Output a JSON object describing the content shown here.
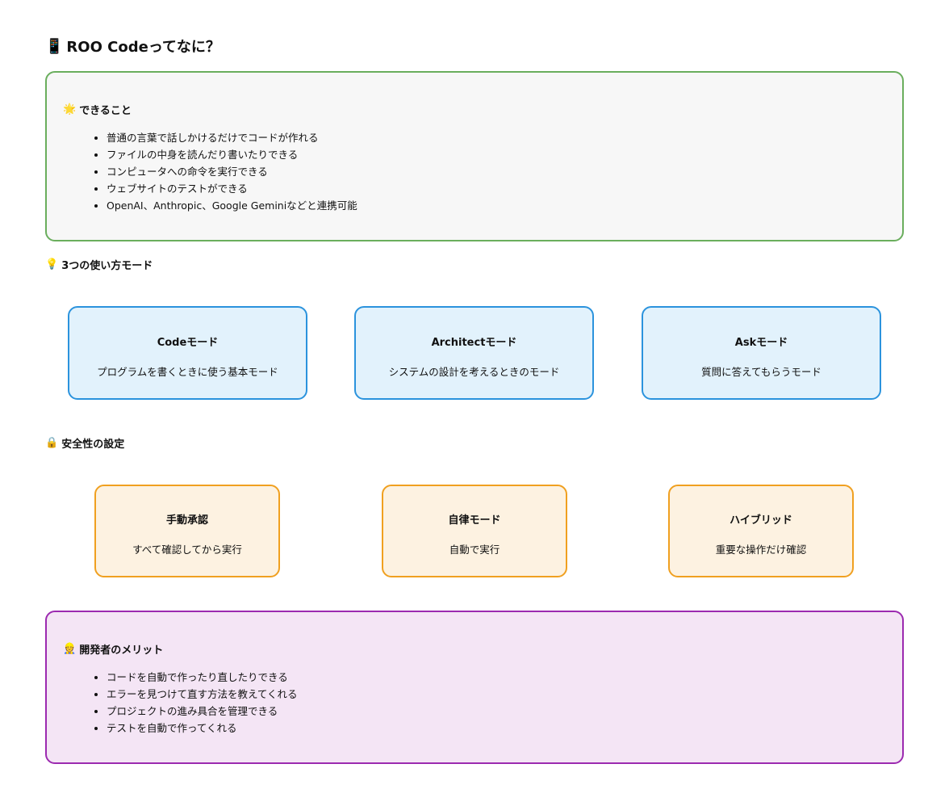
{
  "title": {
    "icon": "📱",
    "text": "ROO Codeってなに？"
  },
  "capabilities": {
    "icon": "🌟",
    "heading": "できること",
    "items": [
      "普通の言葉で話しかけるだけでコードが作れる",
      "ファイルの中身を読んだり書いたりできる",
      "コンピュータへの命令を実行できる",
      "ウェブサイトのテストができる",
      "OpenAI、Anthropic、Google Geminiなどと連携可能"
    ]
  },
  "modes": {
    "icon": "💡",
    "heading": "3つの使い方モード",
    "cards": [
      {
        "title": "Codeモード",
        "description": "プログラムを書くときに使う基本モード"
      },
      {
        "title": "Architectモード",
        "description": "システムの設計を考えるときのモード"
      },
      {
        "title": "Askモード",
        "description": "質問に答えてもらうモード"
      }
    ]
  },
  "safety": {
    "icon": "🔒",
    "heading": "安全性の設定",
    "cards": [
      {
        "title": "手動承認",
        "description": "すべて確認してから実行"
      },
      {
        "title": "自律モード",
        "description": "自動で実行"
      },
      {
        "title": "ハイブリッド",
        "description": "重要な操作だけ確認"
      }
    ]
  },
  "benefits": {
    "icon": "👷",
    "heading": "開発者のメリット",
    "items": [
      "コードを自動で作ったり直したりできる",
      "エラーを見つけて直す方法を教えてくれる",
      "プロジェクトの進み具合を管理できる",
      "テストを自動で作ってくれる"
    ]
  },
  "colors": {
    "green_border": "#6aae5d",
    "blue_border": "#2b93dd",
    "blue_fill": "#e2f2fc",
    "orange_border": "#f0a020",
    "orange_fill": "#fdf2e1",
    "purple_border": "#9c2ab0",
    "purple_fill": "#f4e5f5"
  }
}
